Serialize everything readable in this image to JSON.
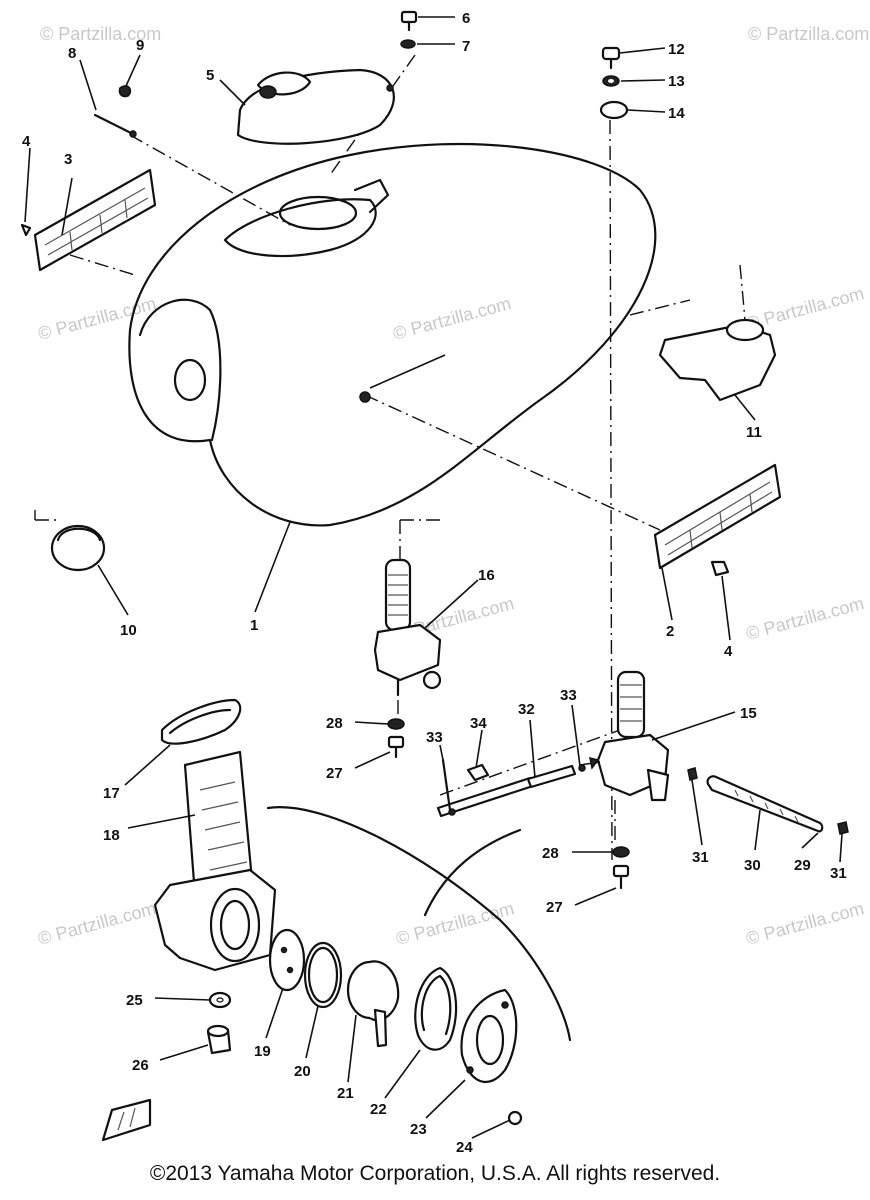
{
  "watermark": "© Partzilla.com",
  "callouts": [
    "1",
    "2",
    "3",
    "4",
    "4",
    "5",
    "6",
    "7",
    "8",
    "9",
    "10",
    "11",
    "12",
    "13",
    "14",
    "15",
    "16",
    "17",
    "18",
    "19",
    "20",
    "21",
    "22",
    "23",
    "24",
    "25",
    "26",
    "27",
    "27",
    "28",
    "28",
    "29",
    "30",
    "31",
    "31",
    "32",
    "33",
    "33",
    "34"
  ],
  "copyright": "©2013 Yamaha Motor Corporation, U.S.A. All rights reserved."
}
